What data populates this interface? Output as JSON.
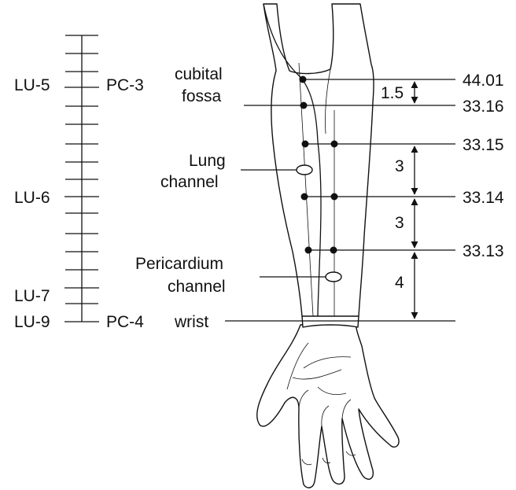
{
  "ruler_labels": {
    "lu5": "LU-5",
    "lu6": "LU-6",
    "lu7": "LU-7",
    "lu9": "LU-9",
    "pc3": "PC-3",
    "pc4": "PC-4"
  },
  "annotations": {
    "cubital_line1": "cubital",
    "cubital_line2": "fossa",
    "lung_line1": "Lung",
    "lung_line2": "channel",
    "pericardium_line1": "Pericardium",
    "pericardium_line2": "channel",
    "wrist": "wrist"
  },
  "measurements": {
    "m1": "1.5",
    "m2": "3",
    "m3": "3",
    "m4": "4"
  },
  "point_codes": {
    "p1": "44.01",
    "p2": "33.16",
    "p3": "33.15",
    "p4": "33.14",
    "p5": "33.13"
  }
}
